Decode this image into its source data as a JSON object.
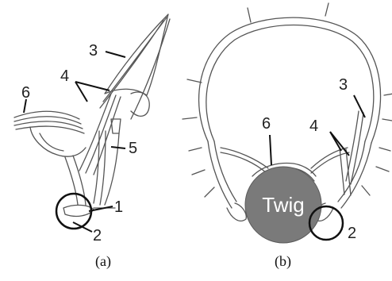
{
  "panel_a": {
    "caption": "(a)",
    "labels": {
      "l1": "1",
      "l2": "2",
      "l3": "3",
      "l4": "4",
      "l5": "5",
      "l6": "6"
    }
  },
  "panel_b": {
    "caption": "(b)",
    "twig_label": "Twig",
    "labels": {
      "l2": "2",
      "l3": "3",
      "l4": "4",
      "l6": "6"
    }
  },
  "colors": {
    "line": "#555555",
    "leader": "#111111",
    "twig_fill": "#7a7a7a"
  }
}
